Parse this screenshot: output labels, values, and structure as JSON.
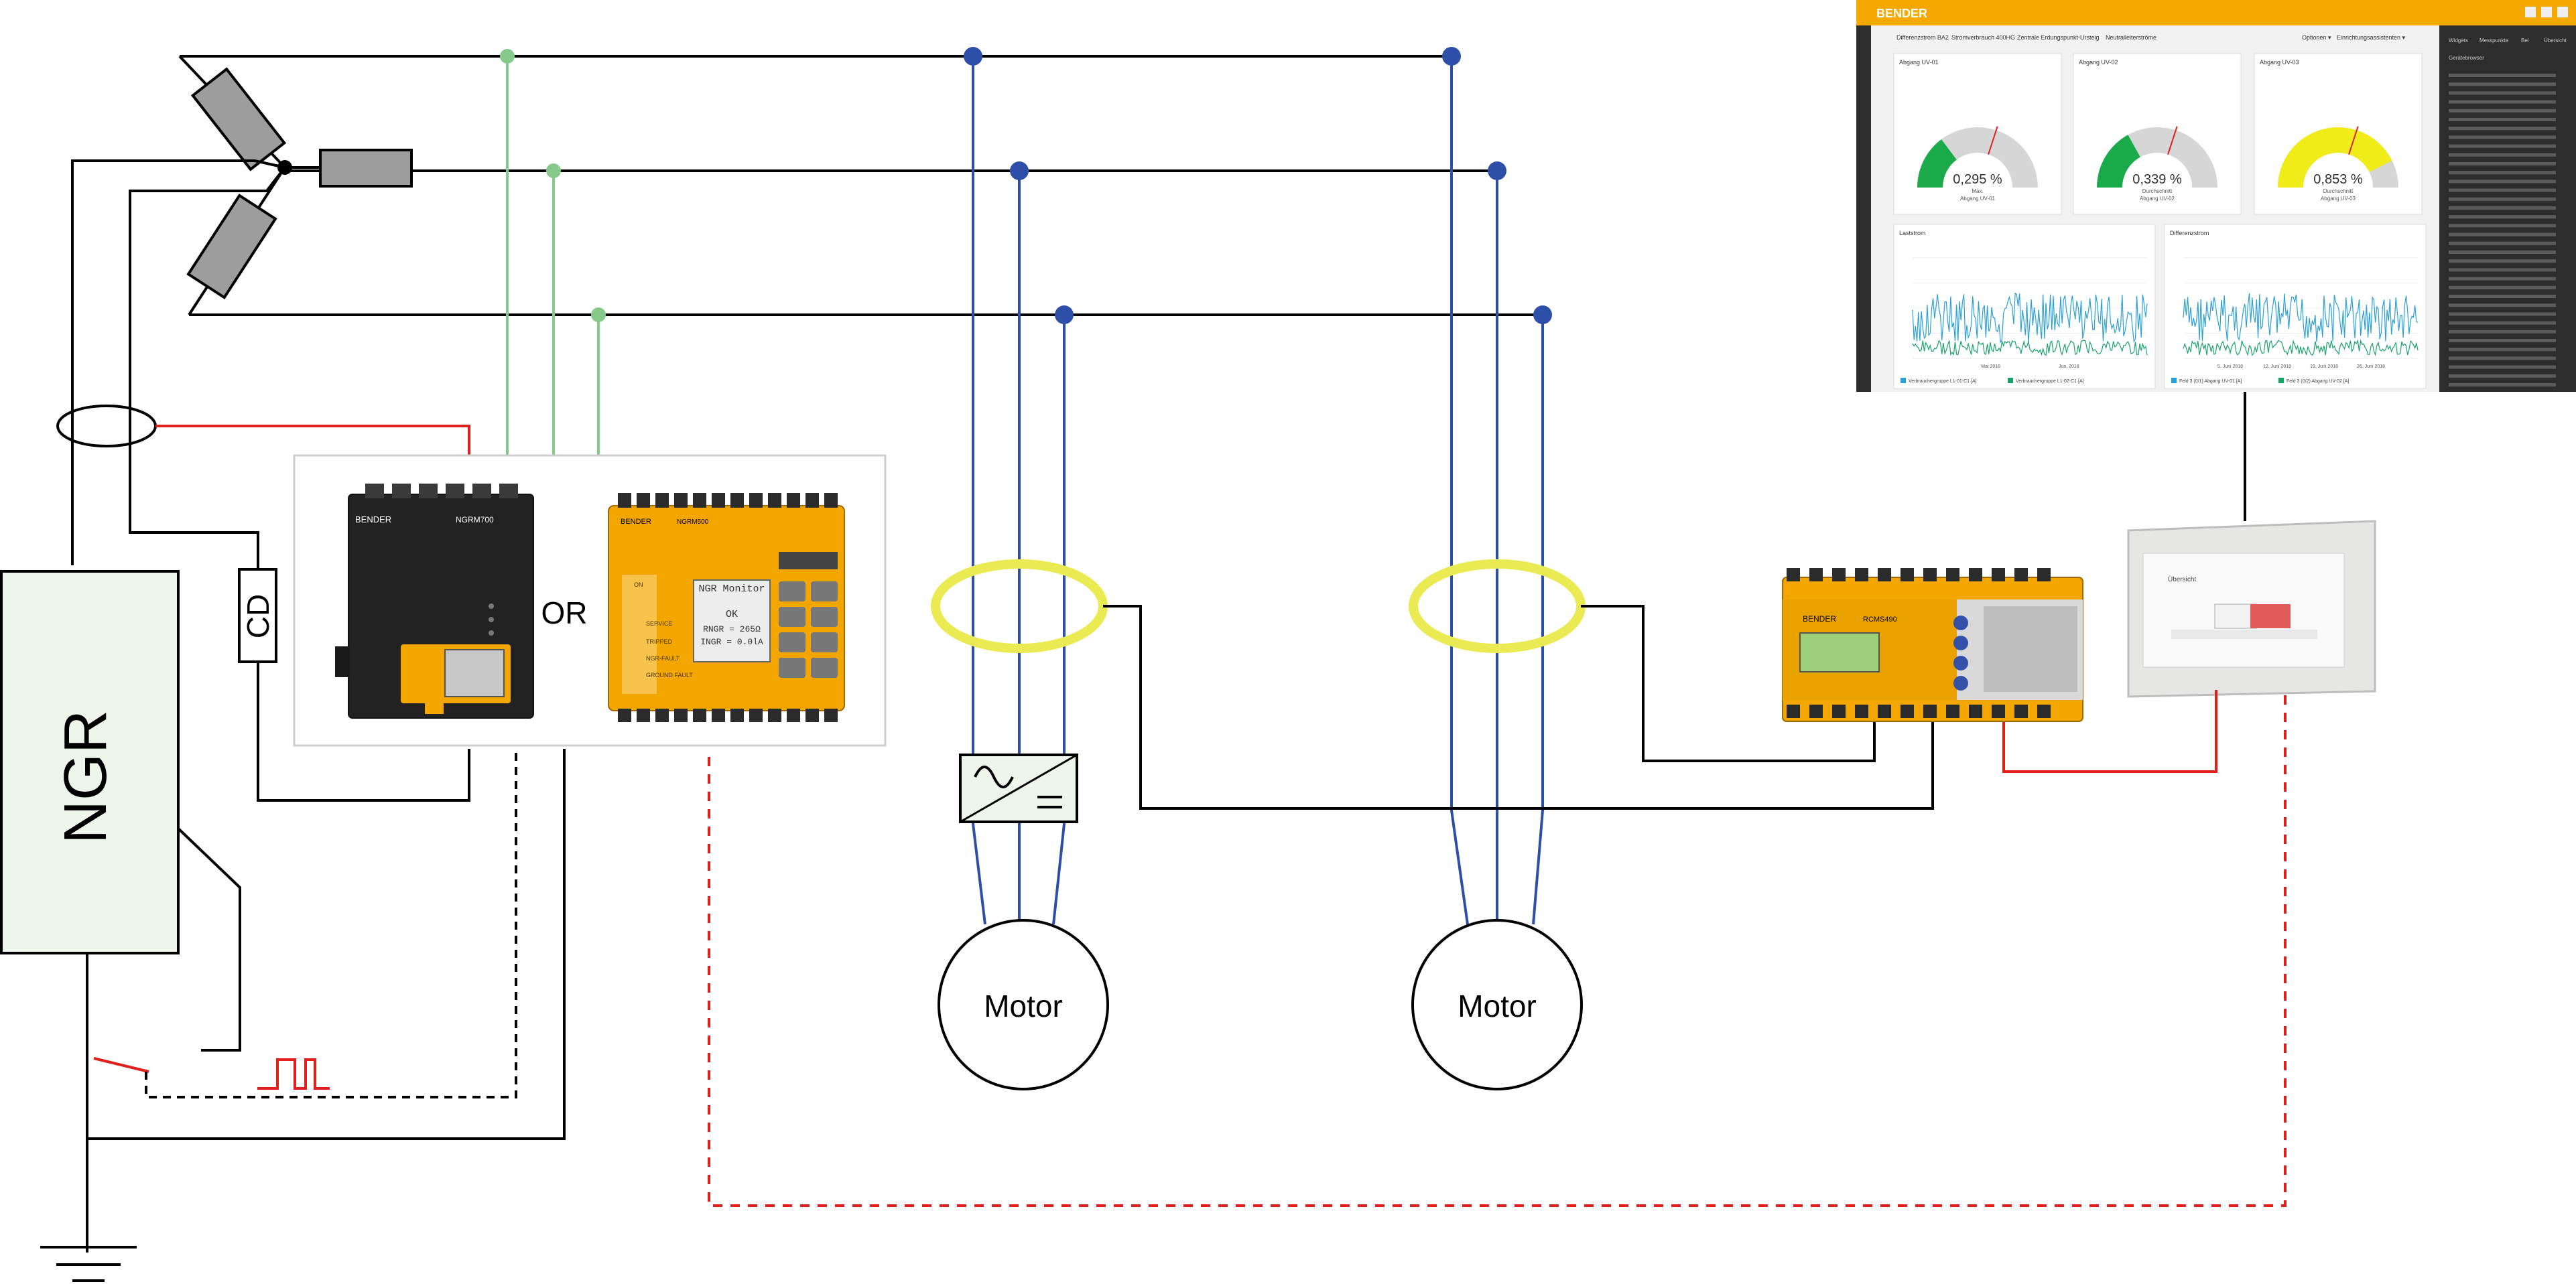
{
  "labels": {
    "ngr": "NGR",
    "cd": "CD",
    "or": "OR",
    "motor_1": "Motor",
    "motor_2": "Motor"
  },
  "devices": {
    "monitor_black_brand": "BENDER",
    "monitor_black_model": "NGRM700",
    "monitor_yellow_brand": "BENDER",
    "monitor_yellow_model": "NGRM500",
    "lcd_title": "NGR Monitor",
    "lcd_status": "OK",
    "lcd_r": "RNGR = 265Ω",
    "lcd_i": "INGR = 0.0lA",
    "leds": [
      "ON",
      "SERVICE",
      "TRIPPED",
      "NGR-FAULT",
      "GROUND FAULT"
    ],
    "rcms_brand": "BENDER",
    "rcms_model": "RCMS490",
    "panel_title": "Übersicht"
  },
  "dashboard": {
    "brand": "BENDER",
    "menu": [
      "Differenzstrom BA2",
      "Stromverbrauch 400HG",
      "Zentrale Erdungspunkt-Ursteig",
      "Neutralleiterströme"
    ],
    "menu_right": [
      "Optionen ▾",
      "Einrichtungsassistenten ▾"
    ],
    "gauges": [
      {
        "title": "Abgang UV-01",
        "value": 0.295,
        "value_label": "0,295 %",
        "sub1": "Max.",
        "sub2": "Abgang UV-01",
        "color": "#1aaa4a"
      },
      {
        "title": "Abgang UV-02",
        "value": 0.339,
        "value_label": "0,339 %",
        "sub1": "Durchschnitt",
        "sub2": "Abgang UV-02",
        "color": "#1aaa4a"
      },
      {
        "title": "Abgang UV-03",
        "value": 0.853,
        "value_label": "0,853 %",
        "sub1": "Durchschnitt",
        "sub2": "Abgang UV-03",
        "color": "#f0ec1a"
      }
    ],
    "chart_left_title": "Laststrom",
    "chart_right_title": "Differenzstrom",
    "chart_left_xticks": [
      "Mai 2018",
      "Jun. 2018"
    ],
    "chart_right_xticks": [
      "5. Juni 2018",
      "12. Juni 2018",
      "19. Juni 2018",
      "26. Juni 2018"
    ],
    "legend_left": [
      "Verbrauchergruppe L1-01-C1 [A]",
      "Verbrauchergruppe L1-02-C1 [A]"
    ],
    "legend_right": [
      "Feld 3 (0/1) Abgang UV-01 [A]",
      "Feld 3 (0/2) Abgang UV-02 [A]"
    ],
    "side_tabs": [
      "Widgets",
      "Messpunkte",
      "Bei",
      "Übersicht"
    ],
    "side_header": "Gerätebrowser",
    "colors": {
      "brand": "#f5a800",
      "dark": "#2d2d2d",
      "series_a": "#2aa0d8",
      "series_b": "#19a36b"
    }
  },
  "colors": {
    "wire": "#000000",
    "phase_tap": "#86c98a",
    "motor_feed": "#2e4fa8",
    "signal": "#e0201c",
    "ct": "#eaea52",
    "ngr_fill": "#eef5ea"
  }
}
